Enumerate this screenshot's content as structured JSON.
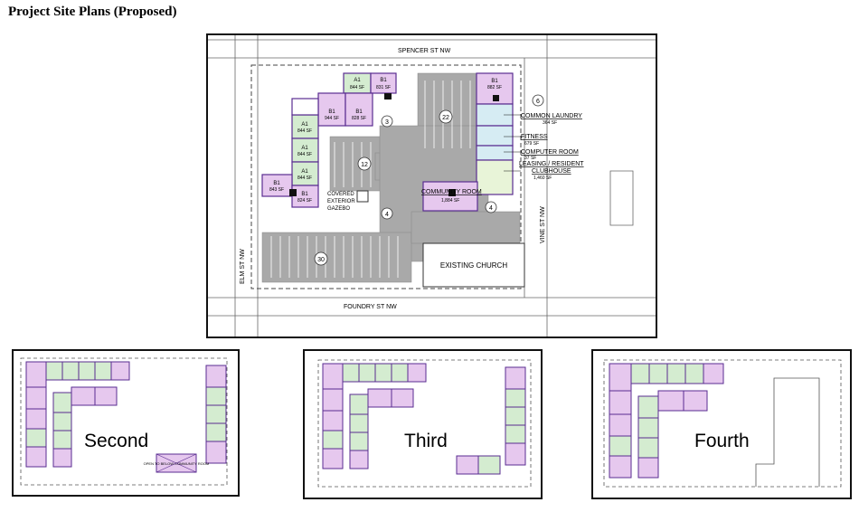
{
  "page_title": "Project Site Plans (Proposed)",
  "site_plan": {
    "streets": {
      "north": "SPENCER ST NW",
      "south": "FOUNDRY ST NW",
      "west": "ELM ST NW",
      "east": "VINE ST NW"
    },
    "parking_counts": [
      "22",
      "12",
      "3",
      "30",
      "4",
      "4",
      "6"
    ],
    "units": [
      {
        "type": "A1",
        "sf": "844 SF"
      },
      {
        "type": "B1",
        "sf": "831 SF"
      },
      {
        "type": "B1",
        "sf": "944 SF"
      },
      {
        "type": "B1",
        "sf": "828 SF"
      },
      {
        "type": "A1",
        "sf": "844 SF"
      },
      {
        "type": "A1",
        "sf": "844 SF"
      },
      {
        "type": "A1",
        "sf": "844 SF"
      },
      {
        "type": "B1",
        "sf": "843 SF"
      },
      {
        "type": "B1",
        "sf": "824 SF"
      },
      {
        "type": "B1",
        "sf": "882 SF"
      }
    ],
    "amenities": {
      "common_laundry": "COMMON LAUNDRY",
      "common_laundry_sf": "364 SF",
      "fitness": "FITNESS",
      "fitness_sf": "679 SF",
      "computer_room": "COMPUTER ROOM",
      "computer_room_sf": "37 SF",
      "leasing": "LEASING / RESIDENT",
      "clubhouse": "CLUBHOUSE",
      "clubhouse_sf": "1,460 SF",
      "community_room": "COMMUNITY ROOM",
      "community_room_sf": "1,884 SF",
      "gazebo_line1": "COVERED",
      "gazebo_line2": "EXTERIOR",
      "gazebo_line3": "GAZEBO",
      "existing_church": "EXISTING CHURCH"
    }
  },
  "floor_plans": [
    {
      "label": "Second",
      "note": "OPEN TO BELOW COMMUNITY ROOM"
    },
    {
      "label": "Third"
    },
    {
      "label": "Fourth"
    }
  ],
  "colors": {
    "unit_b": "#e6c8ee",
    "unit_a": "#d4ecd0",
    "amenity": "#d6ecf3",
    "building_outline": "#5a2d91",
    "parking": "#a9a9a9"
  }
}
